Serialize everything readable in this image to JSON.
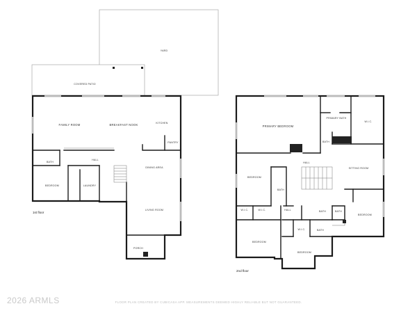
{
  "labels": {
    "yard": "YARD",
    "covered_patio": "COVERED PATIO",
    "family_room": "FAMILY ROOM",
    "breakfast_nook": "BREAKFAST NOOK",
    "kitchen": "KITCHEN",
    "pantry": "PANTRY",
    "bath_1": "BATH",
    "hall_1": "HALL",
    "dining_area": "DINING AREA",
    "bedroom_1": "BEDROOM",
    "laundry": "LAUNDRY",
    "living_room": "LIVING ROOM",
    "porch": "PORCH",
    "primary_bedroom": "PRIMARY BEDROOM",
    "primary_bath": "PRIMARY BATH",
    "wic_primary": "W.I.C.",
    "bath_primary_small": "BATH",
    "hall_2": "HALL",
    "sitting_room": "SITTING ROOM",
    "bedroom_2": "BEDROOM",
    "bath_2": "BATH",
    "wic_a": "W.I.C.",
    "wic_b": "W.I.C.",
    "hall_2b": "HALL",
    "bath_3": "BATH",
    "bath_4": "BATH",
    "bedroom_3": "BEDROOM",
    "wic_c": "W.I.C.",
    "bath_5": "BATH",
    "bedroom_4": "BEDROOM",
    "bedroom_5": "BEDROOM"
  },
  "floors": {
    "first": "1st floor",
    "second": "2nd floor"
  },
  "footer": {
    "copyright": "2026 ARMLS",
    "disclaimer": "FLOOR PLAN CREATED BY CUBICASA APP. MEASUREMENTS DEEMED HIGHLY RELIABLE BUT NOT GUARANTEED."
  }
}
